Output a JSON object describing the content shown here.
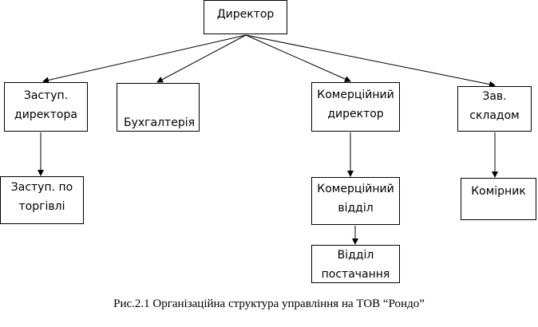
{
  "diagram": {
    "nodes": {
      "director": "Директор",
      "deputy": "Заступ.\nдиректора",
      "accounting": "Бухгалтерія",
      "commercial_director": "Комерційний\nдиректор",
      "warehouse_head": "Зав.\nскладом",
      "deputy_trade": "Заступ. по\nторгівлі",
      "commercial_dept": "Комерційний\nвідділ",
      "storekeeper": "Комірник",
      "supply_dept": "Відділ\nпостачання"
    },
    "edges": [
      [
        "director",
        "deputy"
      ],
      [
        "director",
        "accounting"
      ],
      [
        "director",
        "commercial_director"
      ],
      [
        "director",
        "warehouse_head"
      ],
      [
        "deputy",
        "deputy_trade"
      ],
      [
        "commercial_director",
        "commercial_dept"
      ],
      [
        "commercial_dept",
        "supply_dept"
      ],
      [
        "warehouse_head",
        "storekeeper"
      ]
    ],
    "line_color": "#000000"
  },
  "caption": "Рис.2.1 Організаційна структура управління на ТОВ “Рондо”"
}
